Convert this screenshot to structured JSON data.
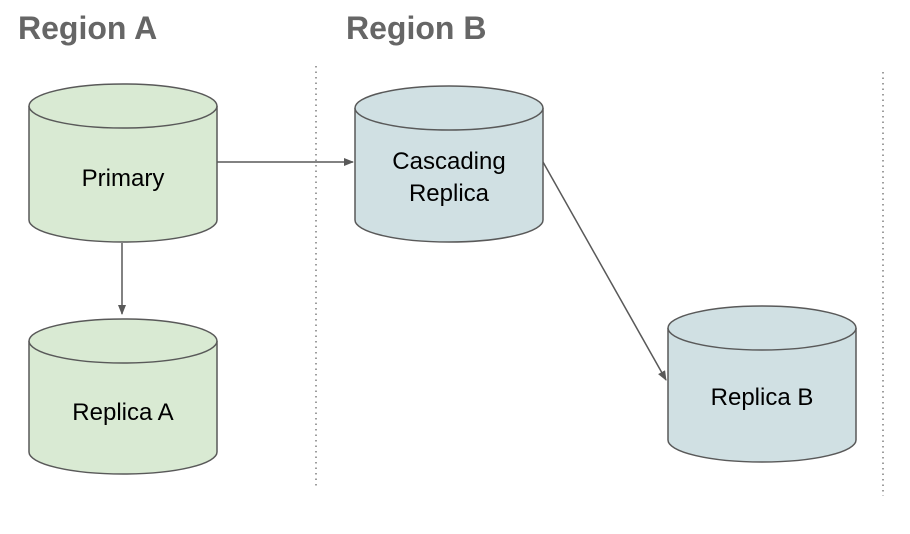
{
  "regions": [
    {
      "title": "Region A"
    },
    {
      "title": "Region B"
    }
  ],
  "databases": {
    "primary": {
      "lines": [
        "Primary"
      ],
      "color": "#d9ead3"
    },
    "replica_a": {
      "lines": [
        "Replica A"
      ],
      "color": "#d9ead3"
    },
    "cascading_replica": {
      "lines": [
        "Cascading",
        "Replica"
      ],
      "color": "#d0e0e3"
    },
    "replica_b": {
      "lines": [
        "Replica B"
      ],
      "color": "#d0e0e3"
    }
  },
  "colors": {
    "outline": "#595959",
    "title": "#666666",
    "divider": "#7f7f7f"
  },
  "connections": [
    {
      "from": "Primary",
      "to": "Replica A"
    },
    {
      "from": "Primary",
      "to": "Cascading Replica"
    },
    {
      "from": "Cascading Replica",
      "to": "Replica B"
    }
  ]
}
